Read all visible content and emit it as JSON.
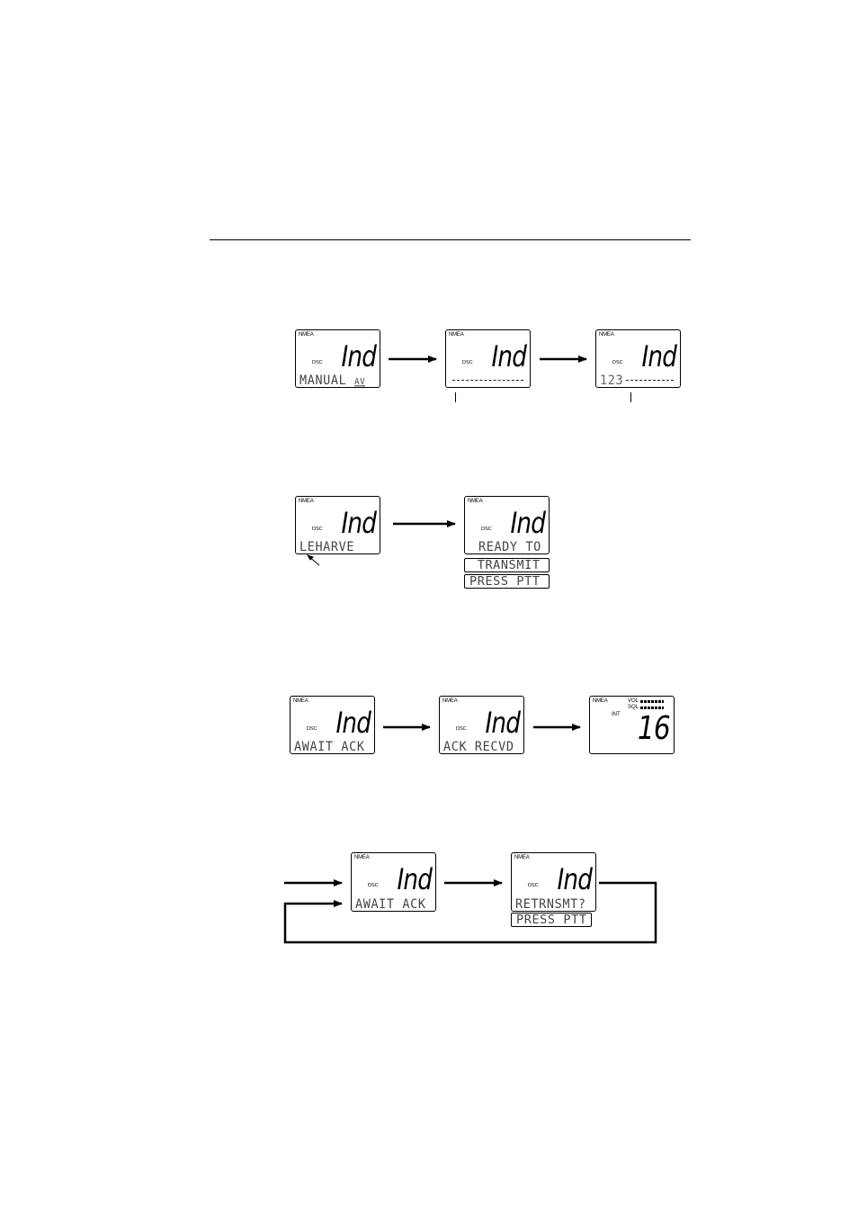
{
  "lcd_common": {
    "nmea": "NMEA",
    "dsc": "DSC",
    "channel_big": "Ind"
  },
  "row1": {
    "screen1_text": "MANUAL",
    "screen1_glyph": "AV",
    "screen3_digits": "123"
  },
  "row2": {
    "screen1_text": "LEHARVE",
    "screen2_text": "READY TO",
    "screen2_sub1": " TRANSMIT",
    "screen2_sub2": "PRESS PTT"
  },
  "row3": {
    "screen1_text": "AWAIT ACK",
    "screen2_text": "ACK RECVD",
    "screen3_vol": "VOL",
    "screen3_sql": "SQL",
    "screen3_int": "INT",
    "screen3_channel": "16"
  },
  "row4": {
    "screen1_text": "AWAIT ACK",
    "screen2_text": "RETRNSMT?",
    "screen2_sub": "PRESS PTT"
  }
}
